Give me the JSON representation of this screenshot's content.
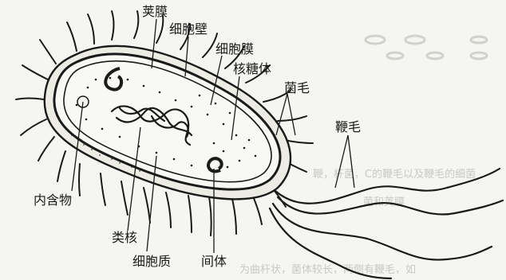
{
  "labels": {
    "capsule": "荚膜",
    "cell_wall": "细胞壁",
    "cell_membrane": "细胞膜",
    "ribosome": "核糖体",
    "pili": "菌毛",
    "flagellum": "鞭毛",
    "inclusion": "内含物",
    "nucleoid": "类核",
    "cytoplasm": "细胞质",
    "mesosome": "间体"
  },
  "bleed_through": {
    "line1": "鞭，杆菌，C的鞭毛以及鞭毛的细菌",
    "line2": "菌和荚膜",
    "line3": "为曲杆状，菌体较长，两侧有鞭毛，如"
  },
  "colors": {
    "ink": "#1a1a1a",
    "paper": "#f5f5f2"
  }
}
